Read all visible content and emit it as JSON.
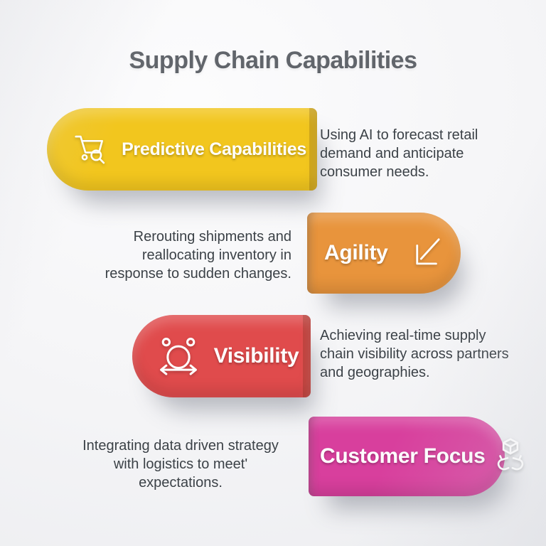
{
  "title": "Supply Chain Capabilities",
  "colors": {
    "yellow": "#F2C61E",
    "orange": "#E8943C",
    "red": "#E04B4C",
    "pink": "#D83F9D",
    "title_text": "#61656B",
    "body_text": "#3B4147"
  },
  "cards": [
    {
      "label": "Predictive Capabilities",
      "icon": "cart-search-icon",
      "color": "#F2C61E",
      "desc_lines": [
        "Using AI to forecast retail",
        "demand and anticipate",
        "consumer needs."
      ]
    },
    {
      "label": "Agility",
      "icon": "arrow-down-left-icon",
      "color": "#E8943C",
      "desc_lines": [
        "Rerouting shipments and",
        "reallocating inventory in",
        "response to sudden changes."
      ]
    },
    {
      "label": "Visibility",
      "icon": "network-reach-icon",
      "color": "#E04B4C",
      "desc_lines": [
        "Achieving real-time supply",
        "chain visibility across partners",
        "and geographies."
      ]
    },
    {
      "label": "Customer Focus",
      "icon": "hands-box-icon",
      "color": "#D83F9D",
      "desc_lines": [
        "Integrating data driven strategy",
        "with logistics to meet'",
        "expectations."
      ]
    }
  ]
}
